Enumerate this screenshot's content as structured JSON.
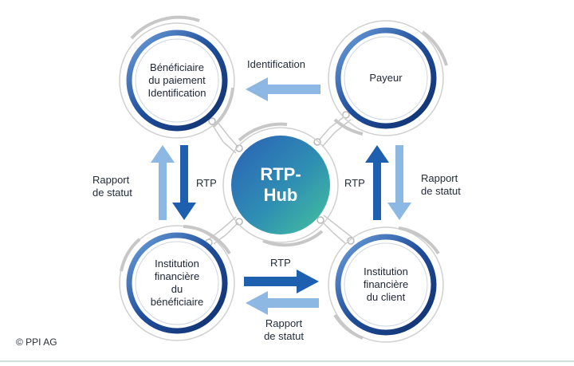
{
  "nodes": {
    "beneficiary": {
      "lines": [
        "Bénéficiaire",
        "du paiement",
        "Identification"
      ]
    },
    "payer": {
      "lines": [
        "Payeur"
      ]
    },
    "beneficiary_bank": {
      "lines": [
        "Institution",
        "financière",
        "du",
        "bénéficiaire"
      ]
    },
    "client_bank": {
      "lines": [
        "Institution",
        "financière",
        "du client"
      ]
    }
  },
  "hub": {
    "lines": [
      "RTP-",
      "Hub"
    ]
  },
  "flows": {
    "identification": "Identification",
    "rtp_left": "RTP",
    "status_left": [
      "Rapport",
      "de statut"
    ],
    "rtp_right": "RTP",
    "status_right": [
      "Rapport",
      "de statut"
    ],
    "rtp_bottom": "RTP",
    "status_bottom": [
      "Rapport",
      "de statut"
    ]
  },
  "footer": {
    "copyright": "© PPI AG"
  },
  "colors": {
    "dark_blue": "#1a5aa8",
    "light_blue": "#7fb0de",
    "ring_dark": "#123a7a",
    "ring_light": "#5b8fd0",
    "hub_start": "#2a66b8",
    "hub_end": "#3fb8a0",
    "gray": "#c8c8c8"
  }
}
